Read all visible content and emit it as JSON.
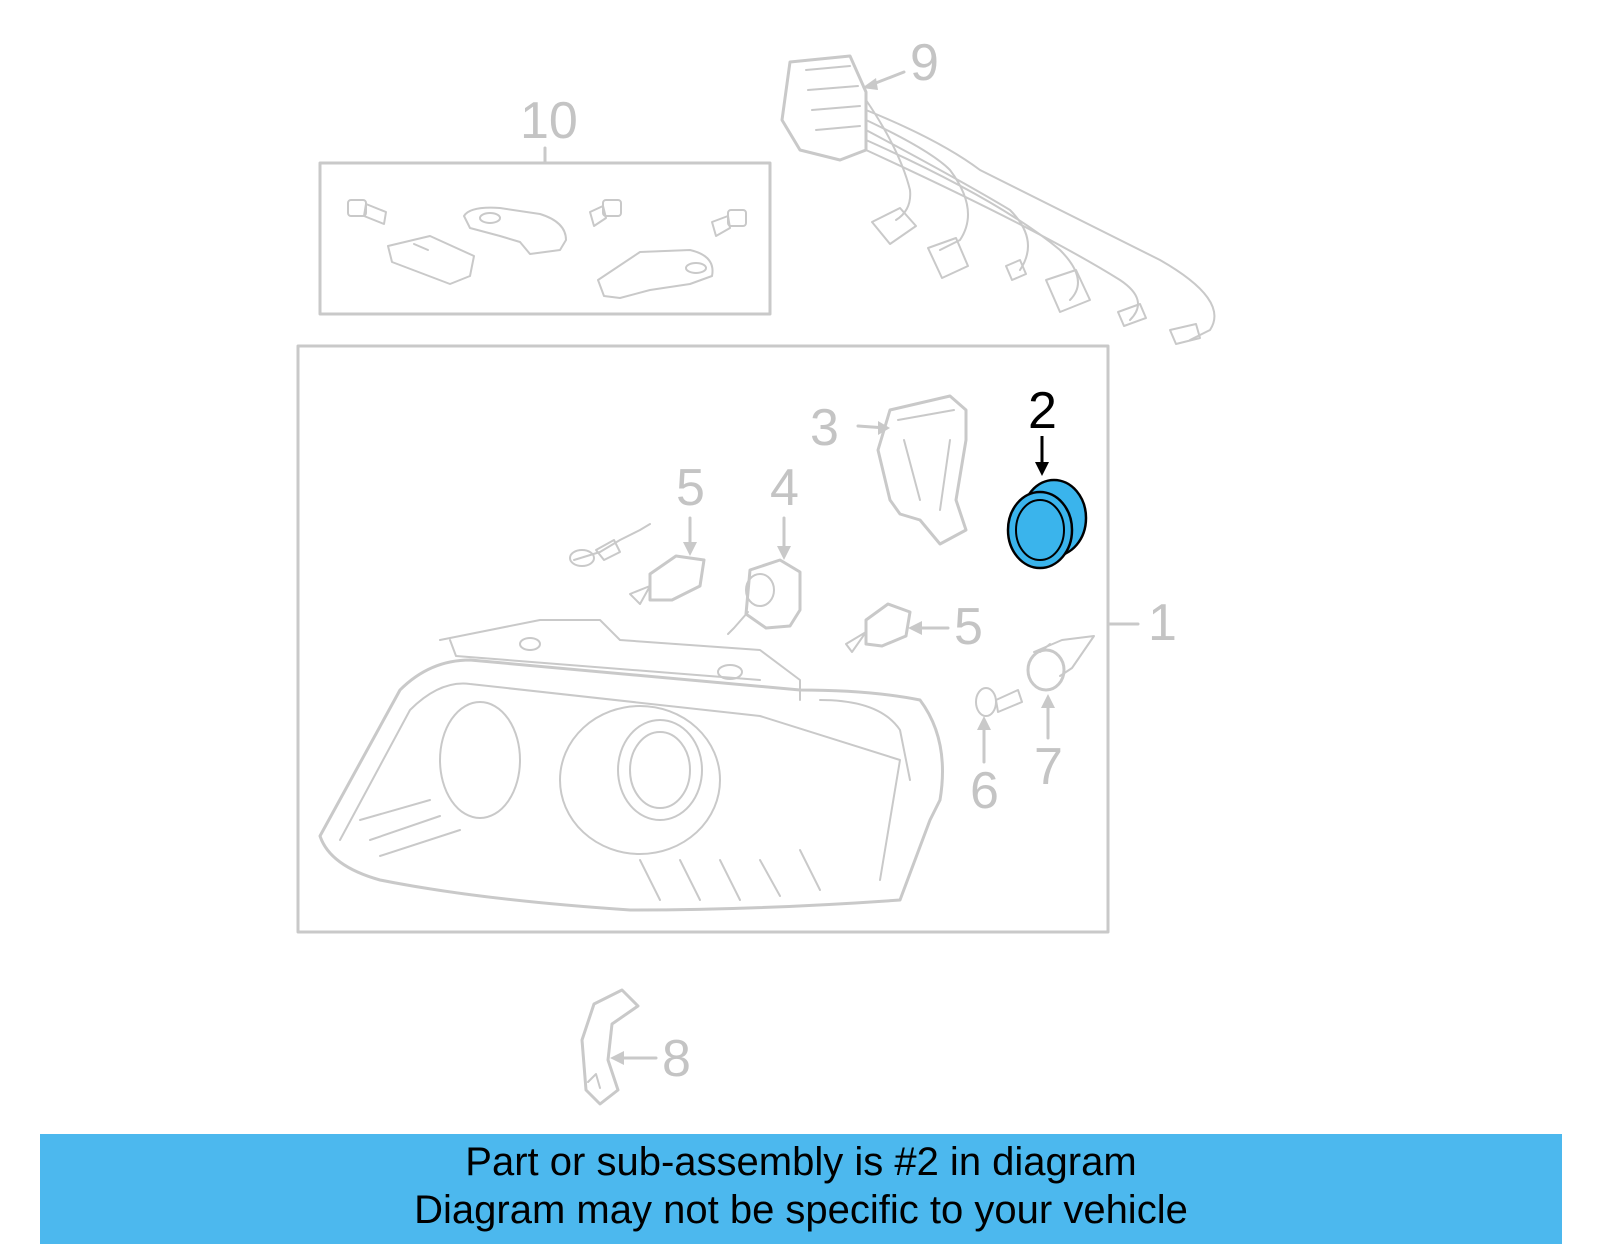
{
  "callouts": {
    "c1": "1",
    "c2": "2",
    "c3": "3",
    "c4": "4",
    "c5a": "5",
    "c5b": "5",
    "c6": "6",
    "c7": "7",
    "c8": "8",
    "c9": "9",
    "c10": "10"
  },
  "highlighted_part": "2",
  "colors": {
    "highlight_fill": "#3ab4ec",
    "banner_background": "#4cb8ee",
    "line_gray": "#c9c9c9"
  },
  "banner": {
    "line1": "Part or sub-assembly is #2 in diagram",
    "line2": "Diagram may not be specific to your vehicle"
  }
}
